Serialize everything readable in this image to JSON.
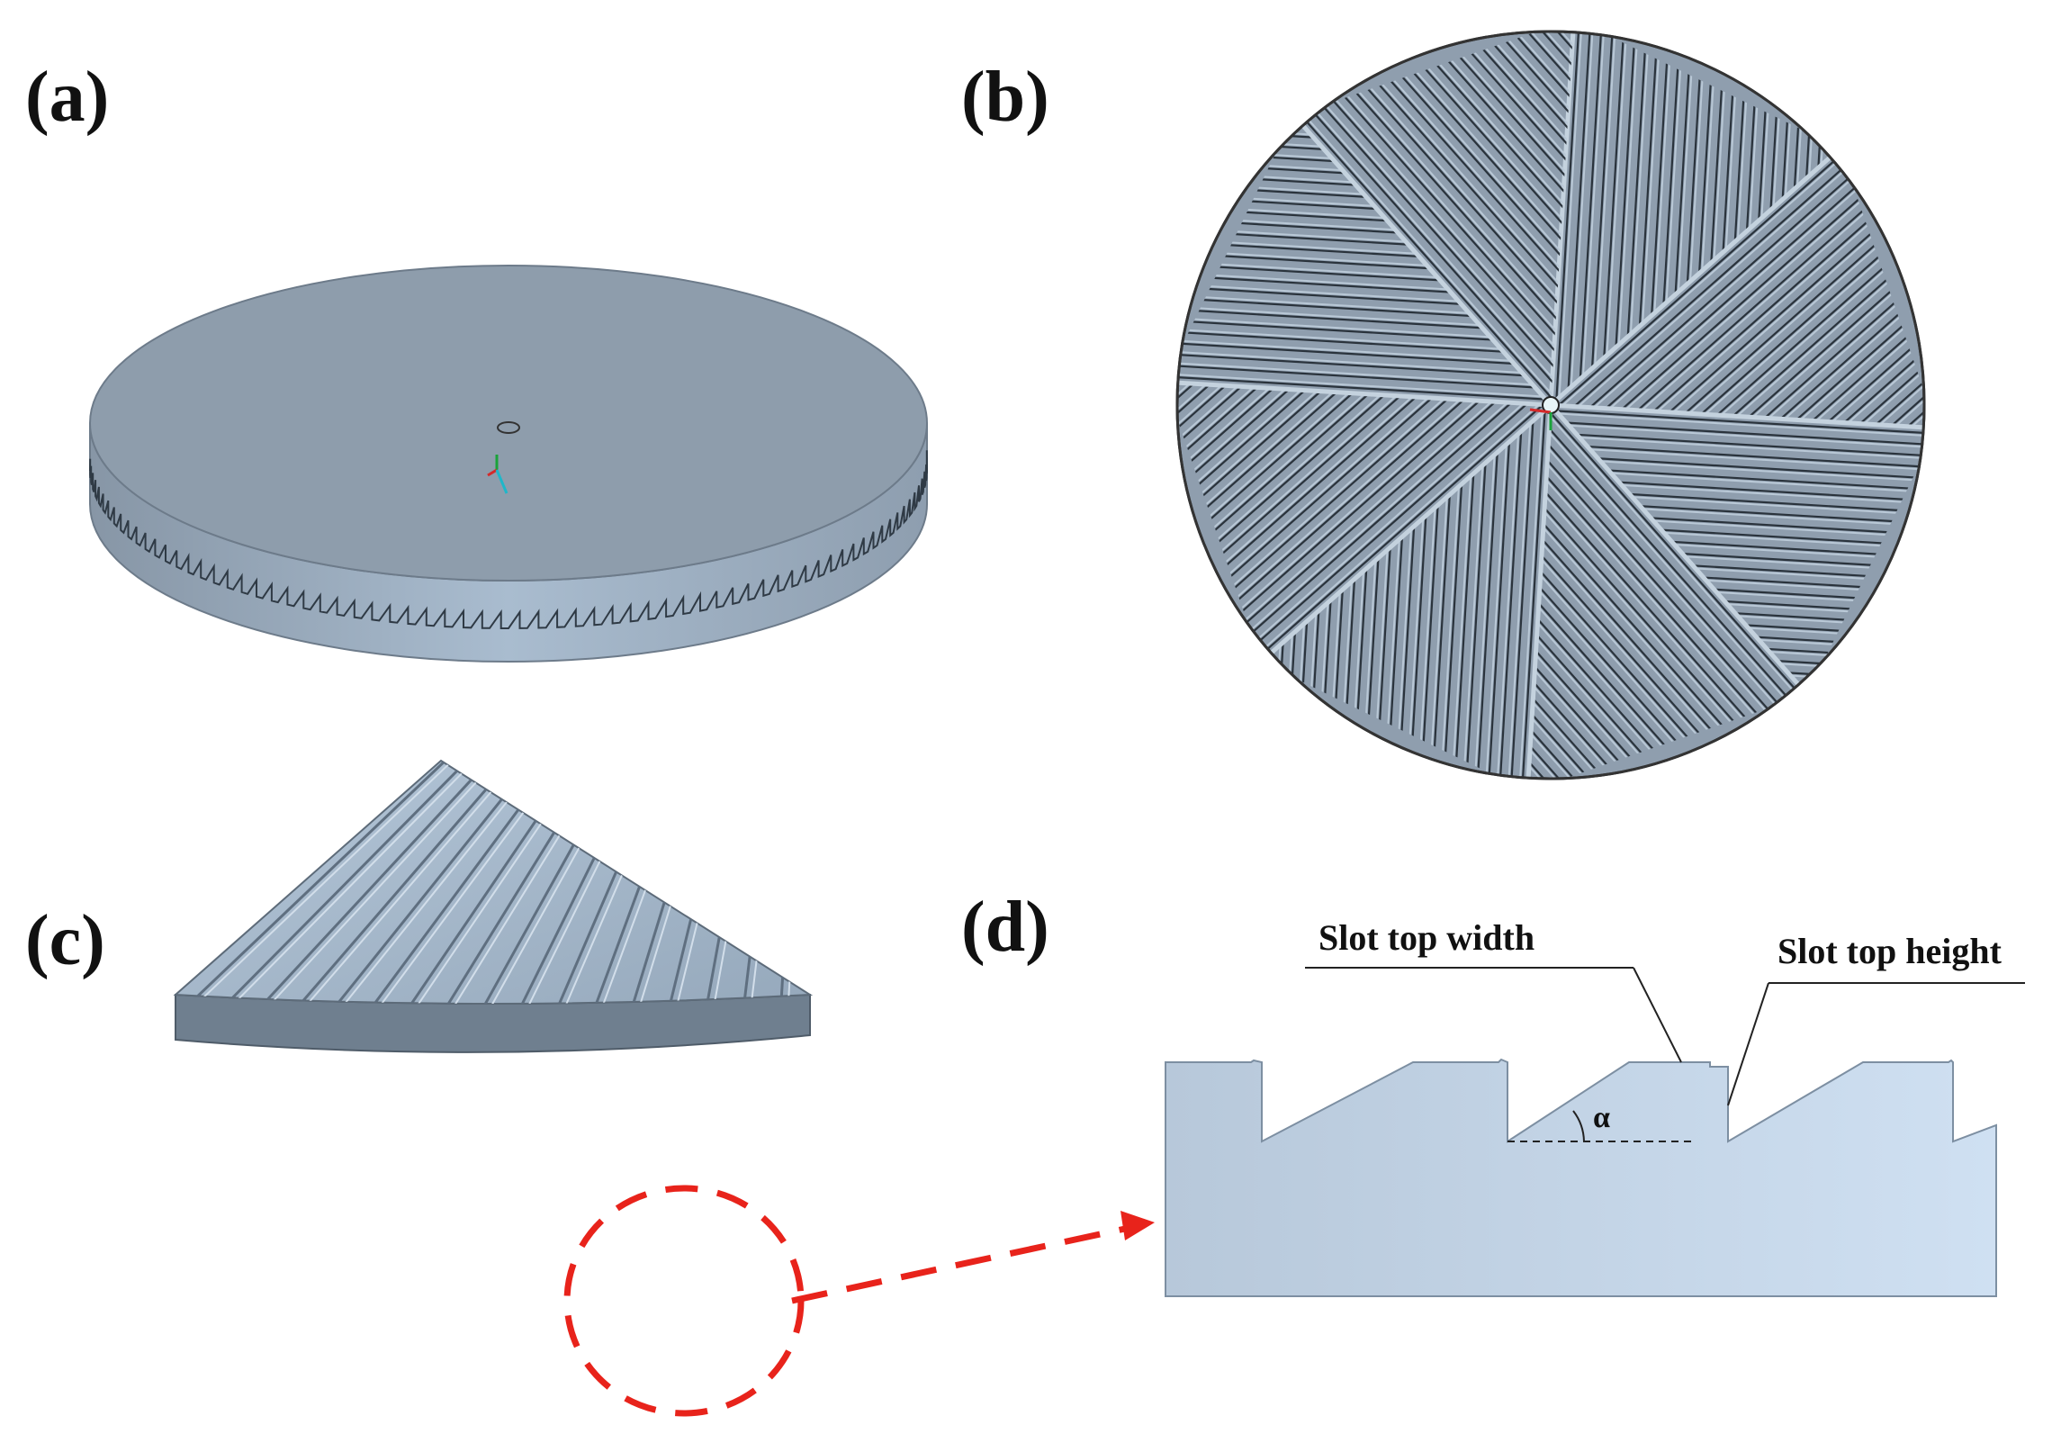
{
  "panels": {
    "a": {
      "label": "(a)"
    },
    "b": {
      "label": "(b)"
    },
    "c": {
      "label": "(c)"
    },
    "d": {
      "label": "(d)",
      "annotations": {
        "slot_top_width": "Slot top width",
        "slot_top_height": "Slot top height",
        "angle": "α"
      }
    }
  },
  "colors": {
    "disc_top": "#8e9dac",
    "disc_side": "#9eb0c2",
    "slot_fill": "#a6b9cc",
    "profile_fill": "#c0d2e6",
    "highlight": "#e8231b"
  }
}
